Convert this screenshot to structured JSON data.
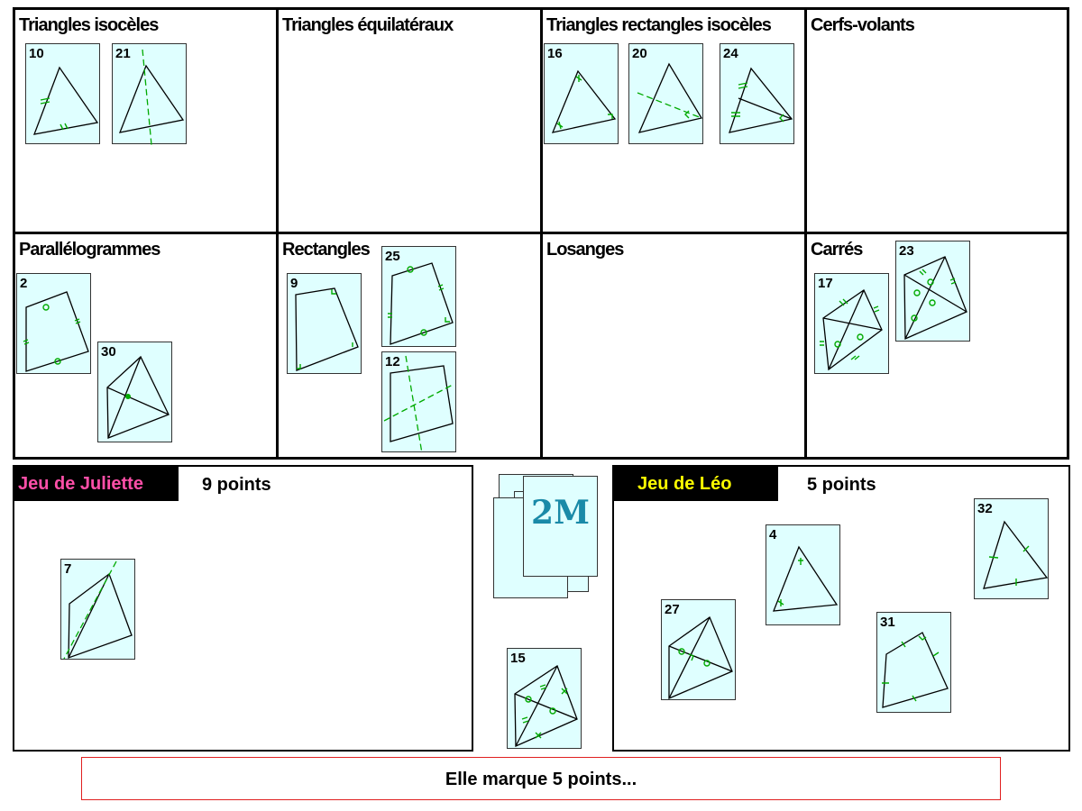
{
  "categories": [
    {
      "title": "Triangles isocèles"
    },
    {
      "title": "Triangles équilatéraux"
    },
    {
      "title": "Triangles rectangles isocèles"
    },
    {
      "title": "Cerfs-volants"
    },
    {
      "title": "Parallélogrammes"
    },
    {
      "title": "Rectangles"
    },
    {
      "title": "Losanges"
    },
    {
      "title": "Carrés"
    }
  ],
  "cards": {
    "c10": "10",
    "c21": "21",
    "c16": "16",
    "c20": "20",
    "c24": "24",
    "c2": "2",
    "c30": "30",
    "c9": "9",
    "c25": "25",
    "c12": "12",
    "c17": "17",
    "c23": "23",
    "c7": "7",
    "c15": "15",
    "c4": "4",
    "c32": "32",
    "c27": "27",
    "c31": "31"
  },
  "players": {
    "juliette": {
      "name": "Jeu de Juliette",
      "score": "9 points",
      "color": "#ff4fa8"
    },
    "leo": {
      "name": "Jeu de Léo",
      "score": "5 points",
      "color": "#ffff00"
    }
  },
  "deck": {
    "logo": "2M"
  },
  "message": "Elle marque 5 points..."
}
